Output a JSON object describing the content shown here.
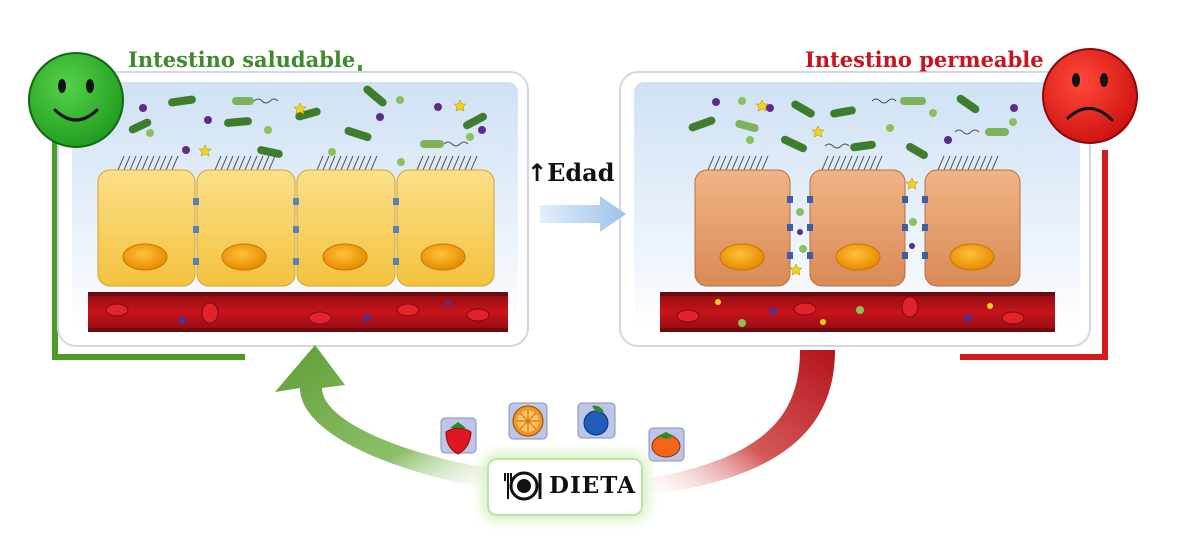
{
  "left_panel": {
    "title": "Intestino saludable",
    "mood": "happy",
    "accent": "#3f8a2a"
  },
  "right_panel": {
    "title": "Intestino permeable",
    "mood": "sad",
    "accent": "#c8141b"
  },
  "transition": {
    "label": "Edad",
    "arrow_glyph": "↑"
  },
  "diet": {
    "label": "DIETA",
    "icon": "plate-cutlery-icon",
    "foods": [
      "strawberry-icon",
      "orange-slice-icon",
      "blueberry-icon",
      "tomato-icon"
    ]
  },
  "colors": {
    "healthy_cell": "#f6c94a",
    "leaky_cell": "#e59a66",
    "blood_vessel": "#b5121b",
    "bacteria": "#3d7d2c",
    "nucleus": "#f2a100"
  }
}
